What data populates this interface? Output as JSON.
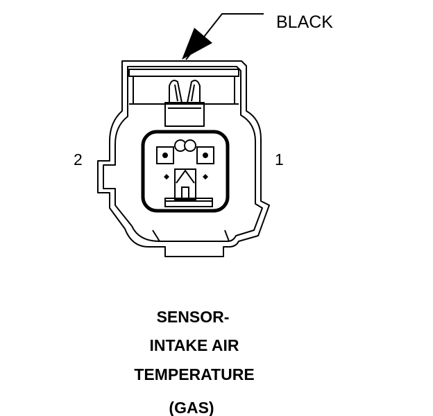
{
  "wire_color_label": "BLACK",
  "pins": {
    "left": "2",
    "right": "1"
  },
  "caption": {
    "line1": "SENSOR-",
    "line2": "INTAKE AIR",
    "line3": "TEMPERATURE",
    "line4": "(GAS)"
  }
}
